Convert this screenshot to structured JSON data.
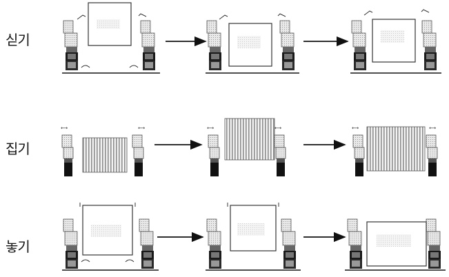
{
  "rows": [
    {
      "label": "싣기"
    },
    {
      "label": "집기"
    },
    {
      "label": "놓기"
    }
  ],
  "colors": {
    "ink": "#111111",
    "gray": "#8a8a8a",
    "light": "#c8c8c8",
    "dark": "#222222"
  }
}
